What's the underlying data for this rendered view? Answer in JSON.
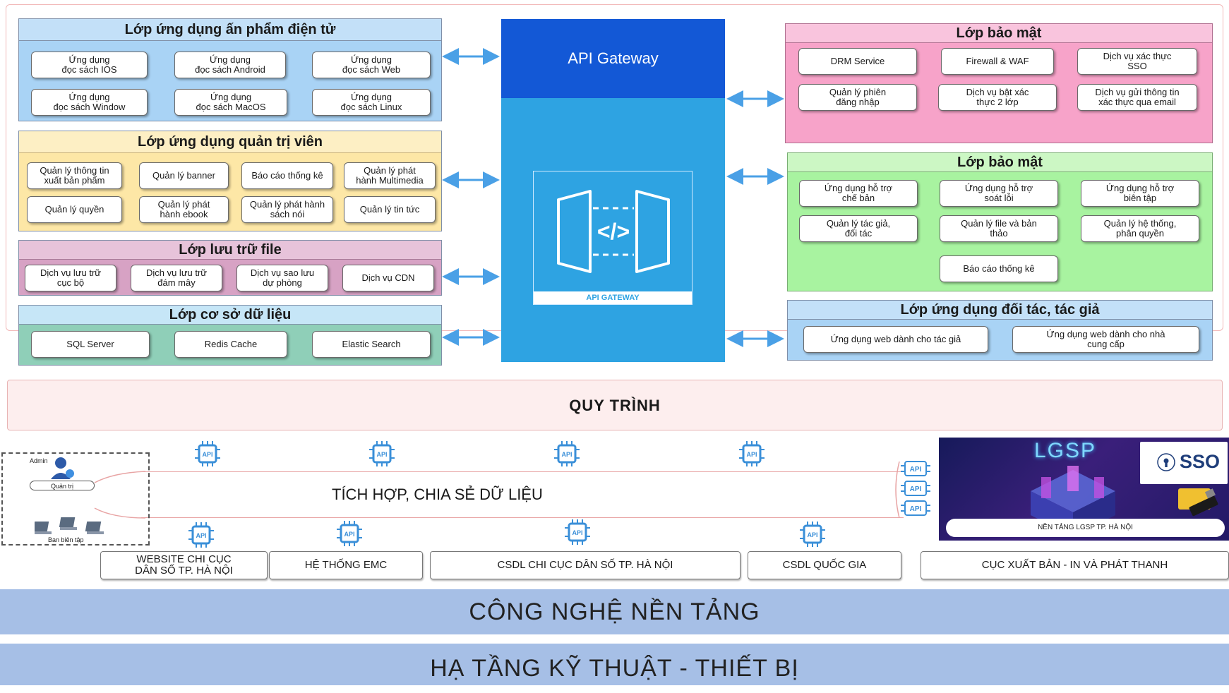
{
  "layers": {
    "publication": {
      "title": "Lớp ứng dụng ấn phẩm điện tử",
      "items": [
        "Ứng dụng\nđọc sách IOS",
        "Ứng dụng\nđọc sách Android",
        "Ứng dụng\nđọc sách Web",
        "Ứng dụng\nđọc sách Window",
        "Ứng dụng\nđọc sách MacOS",
        "Ứng dụng\nđọc sách Linux"
      ]
    },
    "admin": {
      "title": "Lớp ứng dụng quản trị viên",
      "items": [
        "Quản lý thông tin\nxuất bản phẩm",
        "Quản lý banner",
        "Báo cáo thống kê",
        "Quản lý phát\nhành Multimedia",
        "Quản lý quyền",
        "Quản lý phát\nhành ebook",
        "Quản lý phát hành\nsách nói",
        "Quản lý tin tức"
      ]
    },
    "storage": {
      "title": "Lớp lưu trữ file",
      "items": [
        "Dịch vụ lưu trữ\ncục bộ",
        "Dịch vụ lưu trữ\nđám mây",
        "Dịch vụ sao lưu\ndự phòng",
        "Dịch vụ CDN"
      ]
    },
    "database": {
      "title": "Lớp cơ sở dữ liệu",
      "items": [
        "SQL Server",
        "Redis Cache",
        "Elastic Search"
      ]
    },
    "security": {
      "title": "Lớp bảo mật",
      "items": [
        "DRM Service",
        "Firewall & WAF",
        "Dịch vụ xác thực\nSSO",
        "Quản lý phiên\nđăng nhập",
        "Dịch vụ bật xác\nthực 2 lớp",
        "Dịch vụ gửi thông tin\nxác thực qua email"
      ]
    },
    "security2": {
      "title": "Lớp bảo mật",
      "items": [
        "Ứng dụng hỗ trợ\nchế bản",
        "Ứng dụng hỗ trợ\nsoát lỗi",
        "Ứng dụng hỗ trợ\nbiên tập",
        "Quản lý tác giả,\nđối tác",
        "Quản lý file và bản\nthảo",
        "Quản lý hệ thống,\nphân quyền",
        "Báo cáo thống kê"
      ]
    },
    "partner": {
      "title": "Lớp ứng dụng đối tác, tác giả",
      "items": [
        "Ứng dụng web dành cho tác giả",
        "Ứng dụng web dành cho nhà\ncung cấp"
      ]
    }
  },
  "gateway": {
    "title": "API Gateway",
    "caption": "API GATEWAY",
    "code_glyph": "</>"
  },
  "process": {
    "label": "QUY TRÌNH"
  },
  "integration": {
    "label": "TÍCH HỢP, CHIA SẺ DỮ LIỆU",
    "admin_label": "Admin",
    "admin_role": "Quản trị",
    "editor_label": "Ban biên tập",
    "chip_label": "API",
    "lgsp_title": "LGSP",
    "lgsp_caption": "NỀN TẢNG LGSP TP. HÀ NỘI",
    "sso_label": "SSO"
  },
  "external_systems": [
    "WEBSITE CHI CỤC\nDÂN SỐ TP. HÀ NỘI",
    "HỆ THỐNG EMC",
    "CSDL CHI CỤC DÂN SỐ TP. HÀ NỘI",
    "CSDL QUỐC GIA",
    "CỤC XUẤT BẢN - IN VÀ PHÁT THANH"
  ],
  "bottom": {
    "platform": "CÔNG NGHỆ NỀN TẢNG",
    "infrastructure": "HẠ TẦNG KỸ THUẬT - THIẾT BỊ"
  },
  "colors": {
    "publication_bg": "#a9d3f5",
    "publication_title": "#c3e0f8",
    "admin_bg": "#fde7a6",
    "admin_title": "#fdefc4",
    "storage_bg": "#d7a2c4",
    "storage_title": "#e7c3da",
    "database_bg": "#8fcfb8",
    "database_title": "#c6e6f7",
    "security_bg": "#f7a3c9",
    "security_title": "#f9c4dd",
    "security2_bg": "#a8f3a0",
    "security2_title": "#ccf7c4",
    "partner_bg": "#a9d3f5",
    "partner_title": "#c3e0f8",
    "gateway_top": "#1358d6",
    "gateway_body": "#2ea3e2",
    "arrow": "#4aa0e6",
    "bar": "#a6bfe6"
  }
}
